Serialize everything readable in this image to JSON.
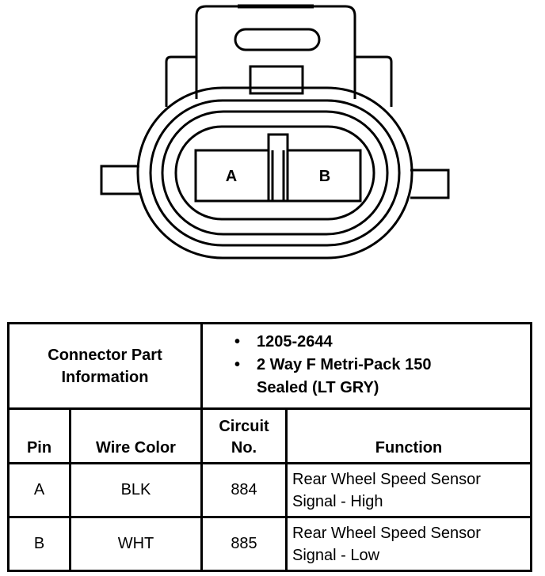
{
  "connector": {
    "pins": [
      {
        "label": "A"
      },
      {
        "label": "B"
      }
    ]
  },
  "info": {
    "label_line1": "Connector Part",
    "label_line2": "Information",
    "items": [
      "1205-2644",
      "2 Way F Metri-Pack 150",
      "Sealed (LT GRY)"
    ]
  },
  "headers": {
    "pin": "Pin",
    "wire_color": "Wire Color",
    "circuit_line1": "Circuit",
    "circuit_line2": "No.",
    "function": "Function"
  },
  "rows": [
    {
      "pin": "A",
      "wire_color": "BLK",
      "circuit": "884",
      "function_line1": "Rear Wheel Speed Sensor",
      "function_line2": "Signal - High"
    },
    {
      "pin": "B",
      "wire_color": "WHT",
      "circuit": "885",
      "function_line1": "Rear Wheel Speed Sensor",
      "function_line2": "Signal - Low"
    }
  ]
}
